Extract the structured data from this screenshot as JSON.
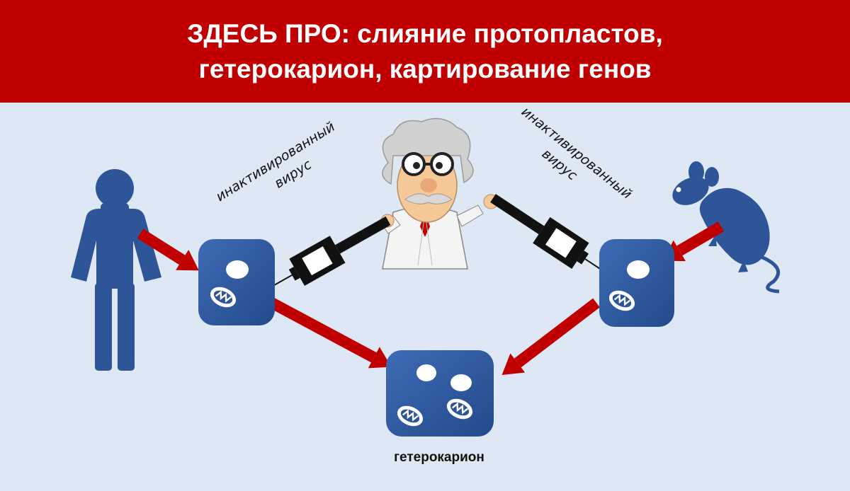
{
  "header": {
    "line1": "ЗДЕСЬ ПРО: слияние протопластов,",
    "line2": "гетерокарион, картирование генов"
  },
  "labels": {
    "left_virus_line1": "инактивированный",
    "left_virus_line2": "вирус",
    "right_virus_line1": "инактивированный",
    "right_virus_line2": "вирус",
    "heterokaryon": "гетерокарион"
  },
  "colors": {
    "header_bg": "#c00000",
    "background": "#dde8f4",
    "cell_blue": "#2e5597",
    "arrow_red": "#c00000"
  },
  "icons": [
    "human-silhouette-icon",
    "scientist-icon",
    "mouse-icon",
    "syringe-icon",
    "mitochondrion-icon"
  ]
}
